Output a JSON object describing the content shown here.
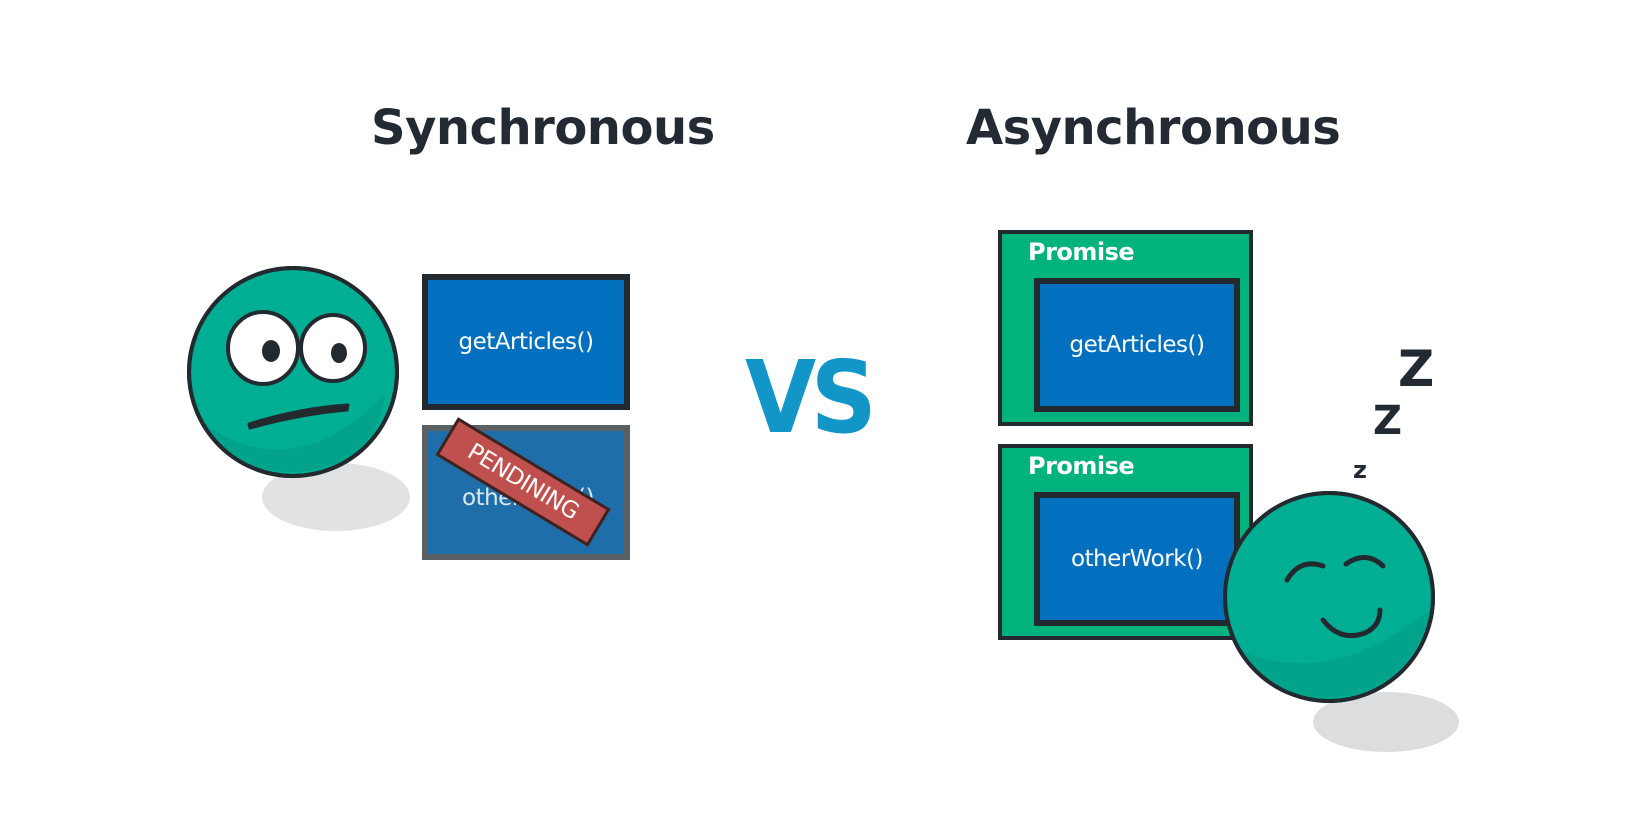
{
  "titles": {
    "sync": "Synchronous",
    "async": "Asynchronous"
  },
  "vs": "VS",
  "sync": {
    "task1": "getArticles()",
    "task2": "otherWork()",
    "stamp": "PENDINING"
  },
  "async": {
    "promise_label": "Promise",
    "task1": "getArticles()",
    "task2": "otherWork()",
    "sleep": [
      "z",
      "Z",
      "Z"
    ]
  },
  "colors": {
    "face": "#00ae94",
    "face_shadow": "#029b85",
    "task_box": "#0270bf",
    "pending_box": "#1e6ea9",
    "promise_box": "#00b27b",
    "stamp": "#c0504d",
    "vs": "#1296c7",
    "text_dark": "#232a33",
    "ground_shadow": "#e1e2e3"
  },
  "icons": {
    "worried_face": "worried-face-icon",
    "sleeping_face": "sleeping-face-icon"
  }
}
